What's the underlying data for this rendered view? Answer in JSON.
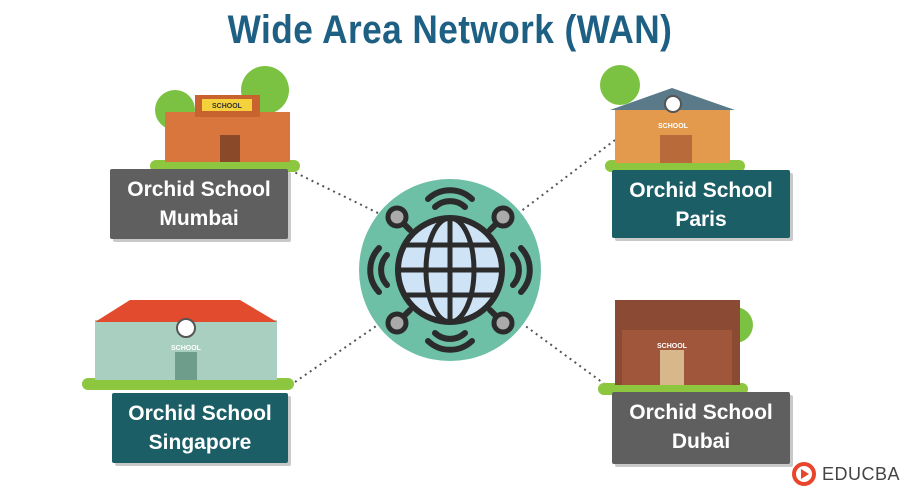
{
  "title": "Wide Area Network (WAN)",
  "nodes": [
    {
      "name": "Orchid School",
      "city": "Mumbai",
      "color": "#5f5f5f"
    },
    {
      "name": "Orchid School",
      "city": "Paris",
      "color": "#1b5e66"
    },
    {
      "name": "Orchid School",
      "city": "Singapore",
      "color": "#1b5e66"
    },
    {
      "name": "Orchid School",
      "city": "Dubai",
      "color": "#5f5f5f"
    }
  ],
  "building_sign": "SCHOOL",
  "center": {
    "icon": "globe-network-icon",
    "color": "#6dbfa6"
  },
  "logo": {
    "text": "EDUCBA",
    "color": "#e8452c"
  }
}
